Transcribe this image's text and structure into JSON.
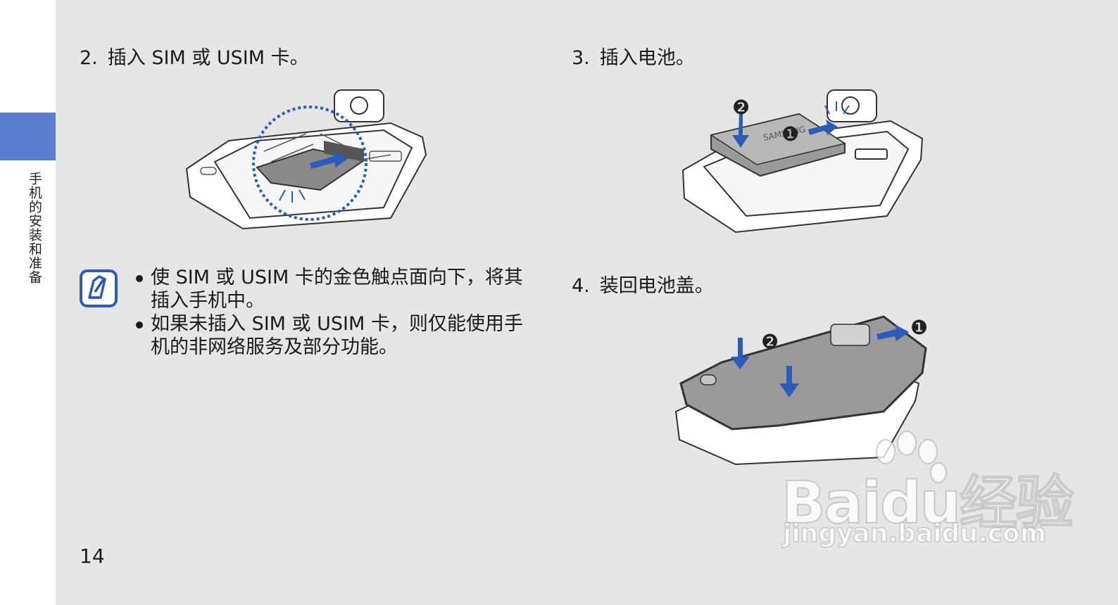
{
  "sidebar": {
    "section_title": "手机的安装和准备"
  },
  "steps": [
    {
      "num": "2.",
      "text": "插入 SIM 或 USIM 卡。"
    },
    {
      "num": "3.",
      "text": "插入电池。"
    },
    {
      "num": "4.",
      "text": "装回电池盖。"
    }
  ],
  "note": {
    "bullets": [
      "使 SIM 或 USIM 卡的金色触点面向下，将其插入手机中。",
      "如果未插入 SIM 或 USIM 卡，则仅能使用手机的非网络服务及部分功能。"
    ]
  },
  "illustrations": {
    "battery_brand": "SAMSUNG",
    "battery_markers": [
      "❷",
      "❶"
    ],
    "cover_markers": [
      "❷",
      "❶"
    ]
  },
  "page_number": "14",
  "watermark": {
    "logo": "Baidu经验",
    "url": "jingyan.baidu.com"
  },
  "colors": {
    "accent_blue": "#2a5cb8",
    "sidebar_tab": "#5b7fcc",
    "page_bg": "#e6e6e6"
  }
}
